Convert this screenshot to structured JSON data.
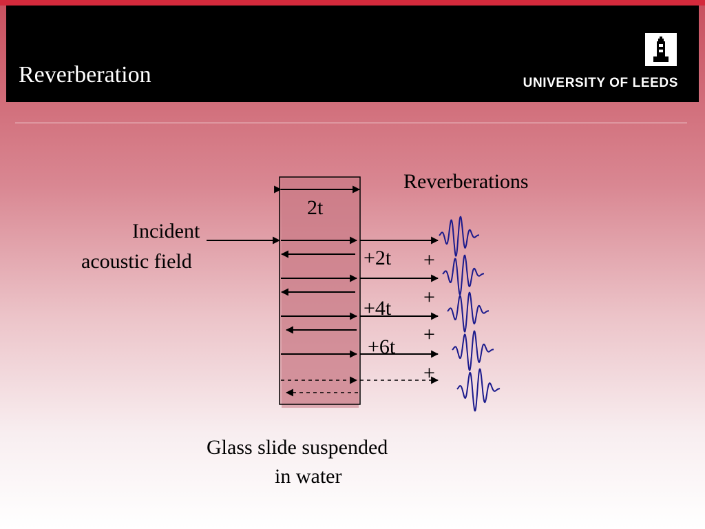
{
  "slide": {
    "title": "Reverberation",
    "brand": "UNIVERSITY OF LEEDS"
  },
  "diagram": {
    "reverberations_label": "Reverberations",
    "thickness_label": "2t",
    "incident_label_line1": "Incident",
    "incident_label_line2": "acoustic field",
    "delay_labels": [
      "+2t",
      "+4t",
      "+6t"
    ],
    "plus_sign": "+",
    "caption_line1": "Glass slide suspended",
    "caption_line2": "in water"
  },
  "colors": {
    "title_bar": "#000000",
    "accent_red": "#d42a3c",
    "slide_fill": "#c97a86",
    "wave": "#1a1a8c"
  }
}
